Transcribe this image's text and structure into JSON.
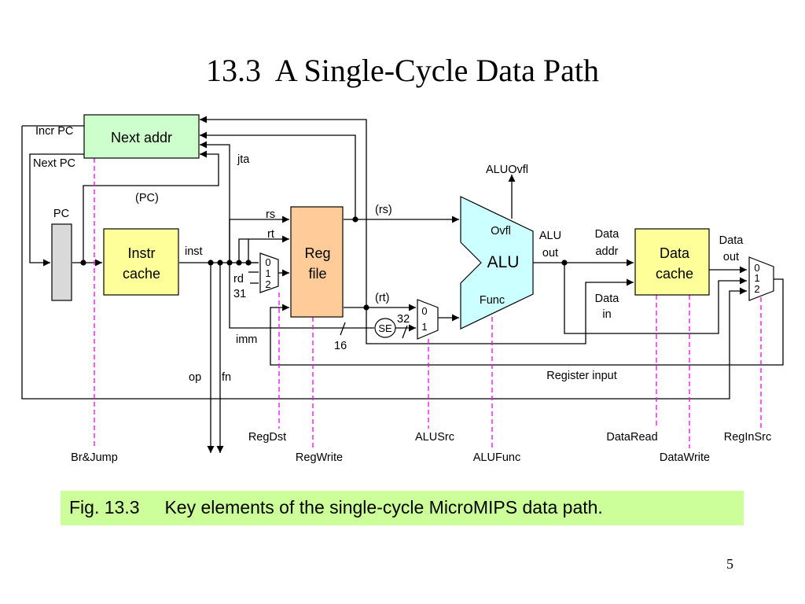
{
  "title": "13.3  A Single-Cycle Data Path",
  "caption": "Fig. 13.3     Key elements of the single-cycle MicroMIPS data path.",
  "page_number": "5",
  "colors": {
    "next_addr": "#ccffcc",
    "instr_cache": "#ffff99",
    "reg_file": "#ffcc99",
    "alu": "#ccffff",
    "data_cache": "#ffff99",
    "pc": "#d9d9d9",
    "caption_bg": "#ccff99",
    "control_lines": "#ff00ff"
  },
  "blocks": {
    "next_addr": "Next addr",
    "pc": "PC",
    "instr_cache": [
      "Instr",
      "cache"
    ],
    "reg_file": [
      "Reg",
      "file"
    ],
    "alu": "ALU",
    "alu_ovfl": "Ovfl",
    "alu_func": "Func",
    "data_cache": [
      "Data",
      "cache"
    ],
    "se": "SE"
  },
  "mux_inputs": {
    "regdst_mux": [
      "0",
      "1",
      "2"
    ],
    "alusrc_mux": [
      "0",
      "1"
    ],
    "reginsrc_mux": [
      "0",
      "1",
      "2"
    ]
  },
  "signals": {
    "incr_pc": "Incr PC",
    "next_pc": "Next PC",
    "jta": "jta",
    "pc_paren": "(PC)",
    "inst": "inst",
    "rs": "rs",
    "rt": "rt",
    "rd": "rd",
    "thirty_one": "31",
    "imm": "imm",
    "sixteen": "16",
    "thirty_two": "32",
    "rs_paren": "(rs)",
    "rt_paren": "(rt)",
    "alu_ovfl_out": "ALUOvfl",
    "alu_out": [
      "ALU",
      "out"
    ],
    "data_addr": [
      "Data",
      "addr"
    ],
    "data_in": [
      "Data",
      "in"
    ],
    "data_out": [
      "Data",
      "out"
    ],
    "register_input": "Register input",
    "op": "op",
    "fn": "fn"
  },
  "control": {
    "br_jump": "Br&Jump",
    "reg_dst": "RegDst",
    "reg_write": "RegWrite",
    "alu_src": "ALUSrc",
    "alu_func": "ALUFunc",
    "data_read": "DataRead",
    "data_write": "DataWrite",
    "reg_in_src": "RegInSrc"
  }
}
